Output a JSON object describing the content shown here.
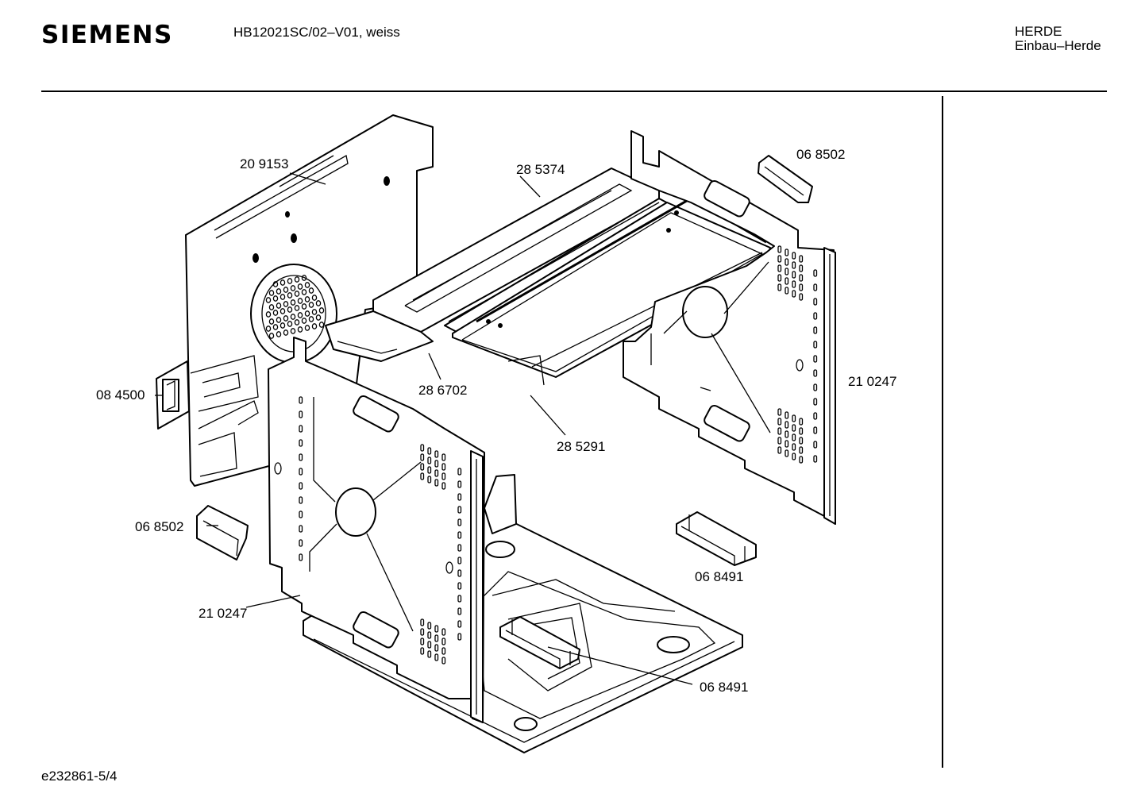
{
  "header": {
    "brand": "SIEMENS",
    "model": "HB12021SC/02–V01, weiss",
    "category_line1": "HERDE",
    "category_line2": "Einbau–Herde"
  },
  "footer": {
    "document_id": "e232861-5/4"
  },
  "parts": [
    {
      "id": "p1",
      "number": "20 9153"
    },
    {
      "id": "p2",
      "number": "28 5374"
    },
    {
      "id": "p3",
      "number": "06 8502"
    },
    {
      "id": "p4",
      "number": "21 0247"
    },
    {
      "id": "p5",
      "number": "08 4500"
    },
    {
      "id": "p6",
      "number": "28 6702"
    },
    {
      "id": "p7",
      "number": "28 5291"
    },
    {
      "id": "p8",
      "number": "06 8502"
    },
    {
      "id": "p9",
      "number": "06 8491"
    },
    {
      "id": "p10",
      "number": "21 0247"
    },
    {
      "id": "p11",
      "number": "06 8491"
    }
  ]
}
